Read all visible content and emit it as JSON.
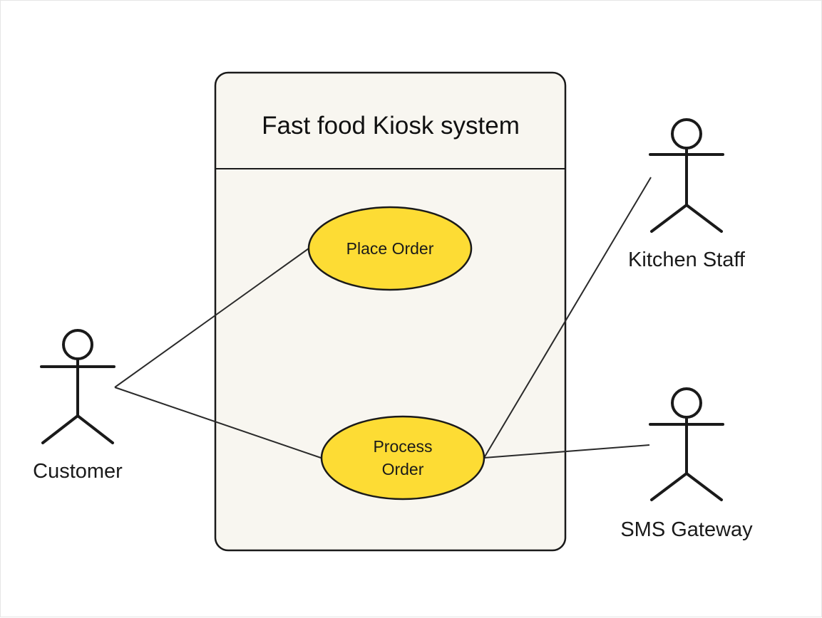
{
  "diagram": {
    "system": {
      "title": "Fast food Kiosk system",
      "fill": "#f8f6f0",
      "border": "#1a1a1a"
    },
    "use_cases": [
      {
        "id": "place-order",
        "lines": [
          "Place Order"
        ]
      },
      {
        "id": "process-order",
        "lines": [
          "Process",
          "Order"
        ]
      }
    ],
    "use_case_fill": "#fddc34",
    "actors": [
      {
        "id": "customer",
        "label": "Customer"
      },
      {
        "id": "kitchen-staff",
        "label": "Kitchen Staff"
      },
      {
        "id": "sms-gateway",
        "label": "SMS Gateway"
      }
    ],
    "associations": [
      {
        "from": "customer",
        "to": "place-order"
      },
      {
        "from": "customer",
        "to": "process-order"
      },
      {
        "from": "kitchen-staff",
        "to": "process-order"
      },
      {
        "from": "sms-gateway",
        "to": "process-order"
      }
    ],
    "line_color": "#1a1a1a"
  }
}
